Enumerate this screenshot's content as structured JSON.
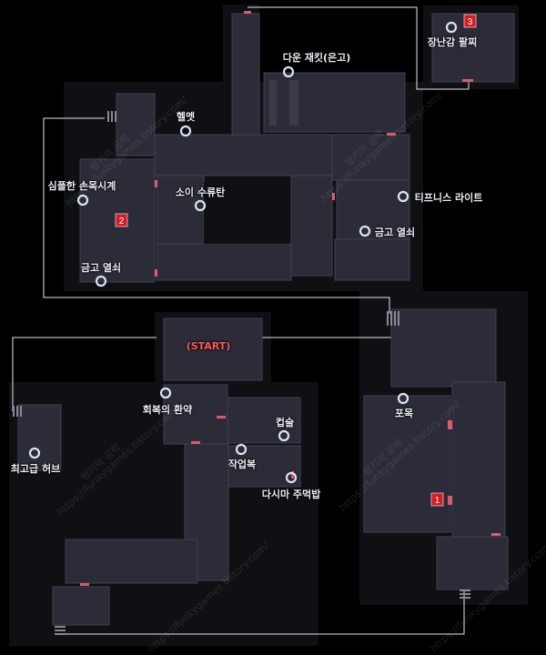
{
  "colors": {
    "background": "#000000",
    "zone": "#0f1014",
    "room": "#2c2b38",
    "room_edge": "#41404f",
    "path_line": "#e6e6e6",
    "door": "#d95b73",
    "marker_ring": "#dbe4f5",
    "number_badge": "#d51c24",
    "start_text": "#ff5a5a"
  },
  "map": {
    "start_label": "(START)",
    "locations": [
      {
        "id": "down-jacket",
        "name": "다운 재킷(은고)"
      },
      {
        "id": "helmet",
        "name": "헬멧"
      },
      {
        "id": "simple-watch",
        "name": "심플한 손목시계"
      },
      {
        "id": "soy-grenade",
        "name": "소이 수류탄"
      },
      {
        "id": "tippy-light",
        "name": "티프니스 라이트"
      },
      {
        "id": "safe-key-1",
        "name": "금고 열쇠"
      },
      {
        "id": "safe-key-2",
        "name": "금고 열쇠"
      },
      {
        "id": "toy-bracelet",
        "name": "장난감 팔찌"
      },
      {
        "id": "recovery-pill",
        "name": "회복의 환약"
      },
      {
        "id": "liquor",
        "name": "컵술"
      },
      {
        "id": "workwear",
        "name": "작업복"
      },
      {
        "id": "kelp-rice",
        "name": "다시마 주먹밥"
      },
      {
        "id": "best-herb",
        "name": "최고급 허브"
      },
      {
        "id": "waterfall",
        "name": "포목"
      }
    ],
    "badges": [
      "1",
      "2",
      "3"
    ],
    "watermark": "https://funkygames.tistory.com/",
    "watermark_title": "펑키의 공략"
  }
}
